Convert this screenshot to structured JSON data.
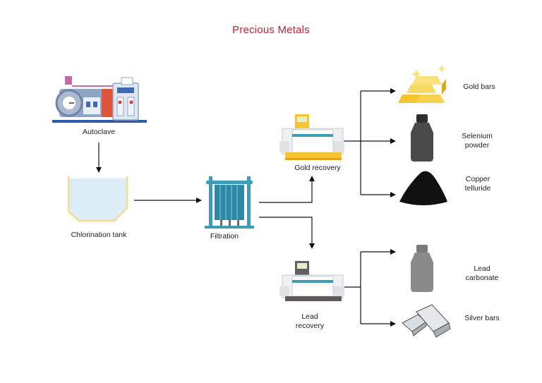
{
  "title": "Precious Metals",
  "nodes": {
    "autoclave": "Autoclave",
    "chlorination_tank": "Chlorination tank",
    "filtration": "Filtration",
    "gold_recovery": "Gold recovery",
    "lead_recovery_line1": "Lead",
    "lead_recovery_line2": "recovery"
  },
  "products": {
    "gold_bars": "Gold bars",
    "selenium_powder_line1": "Selenium",
    "selenium_powder_line2": "powder",
    "copper_telluride_line1": "Copper",
    "copper_telluride_line2": "telluride",
    "lead_carbonate_line1": "Lead",
    "lead_carbonate_line2": "carbonate",
    "silver_bars": "Silver bars"
  },
  "colors": {
    "title": "#b8262f",
    "gold": "#f5c430",
    "teal": "#3d9db7",
    "bottle_dark": "#4a4a4a",
    "bottle_gray": "#8a8a8a",
    "silver": "#c9cfd3"
  }
}
